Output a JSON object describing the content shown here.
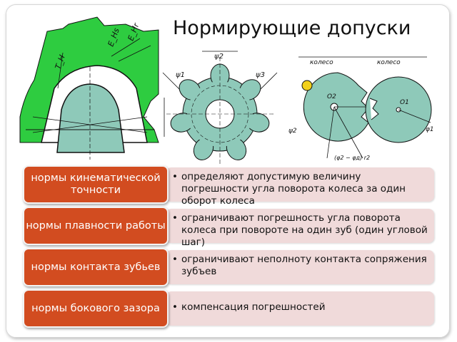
{
  "title": "Нормирующие допуски",
  "figures": [
    {
      "name": "tooth-profile-figure",
      "labels": [
        "T_H",
        "E_Hs",
        "E_Hr"
      ]
    },
    {
      "name": "gear-wheel-figure",
      "labels": [
        "ψ2",
        "ψ1",
        "ψ3"
      ]
    },
    {
      "name": "gear-pair-figure",
      "labels": [
        "колесо",
        "колесо",
        "O2",
        "O1",
        "φ1",
        "ψ2",
        "(φ2 − φд) r2"
      ]
    }
  ],
  "colors": {
    "accent": "#d24c20",
    "desc_bg": "#f0dada",
    "gear_green": "#2ecc40",
    "gear_teal": "#8ec9b9"
  },
  "norms": [
    {
      "name": "нормы кинематической точности",
      "desc": "определяют допустимую величину погрешности угла поворота колеса за один оборот колеса"
    },
    {
      "name": "нормы плавности работы",
      "desc": "ограничивают погрешность угла поворота колеса при повороте на один зуб (один угловой шаг)"
    },
    {
      "name": "нормы контакта зубьев",
      "desc": "ограничивают неполноту контакта сопряжения зубъев"
    },
    {
      "name": "нормы бокового зазора",
      "desc": "компенсация погрешностей"
    }
  ]
}
